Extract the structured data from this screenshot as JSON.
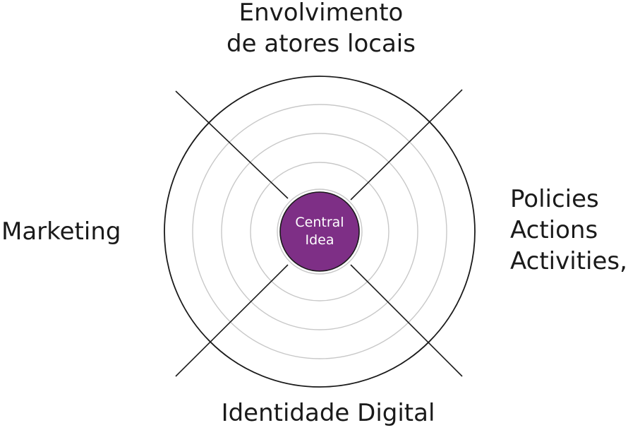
{
  "diagram": {
    "center": {
      "lines": [
        "Central",
        "Idea"
      ],
      "fill_color": "#7e2f86"
    },
    "labels": {
      "top": [
        "Envolvimento",
        "de atores locais"
      ],
      "bottom": [
        "Identidade Digital"
      ],
      "left": [
        "Marketing"
      ],
      "right": [
        "Policies",
        "Actions",
        "Activities,"
      ]
    },
    "ring_count": 5,
    "colors": {
      "outer_ring": "#1a1a1a",
      "inner_rings": "#c8c8c8",
      "axes": "#1a1a1a",
      "text": "#1a1a1a"
    }
  }
}
